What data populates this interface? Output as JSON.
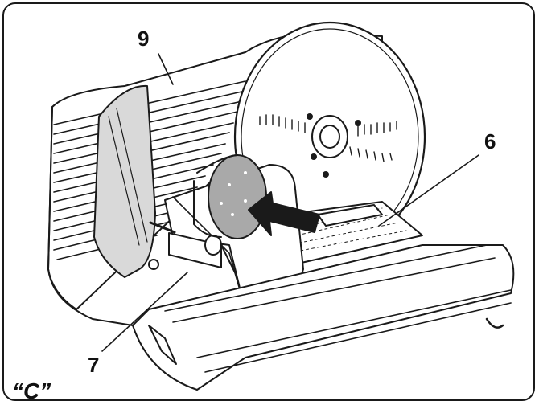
{
  "figure": {
    "label": "“C”",
    "callouts": [
      {
        "id": "9",
        "text": "9"
      },
      {
        "id": "6",
        "text": "6"
      },
      {
        "id": "7",
        "text": "7"
      }
    ]
  },
  "colors": {
    "line": "#1a1a1a",
    "guard_fill": "#d9d9d9",
    "food_fill": "#a9a9a9",
    "background": "#ffffff"
  },
  "icons": [
    "arrow-icon"
  ]
}
